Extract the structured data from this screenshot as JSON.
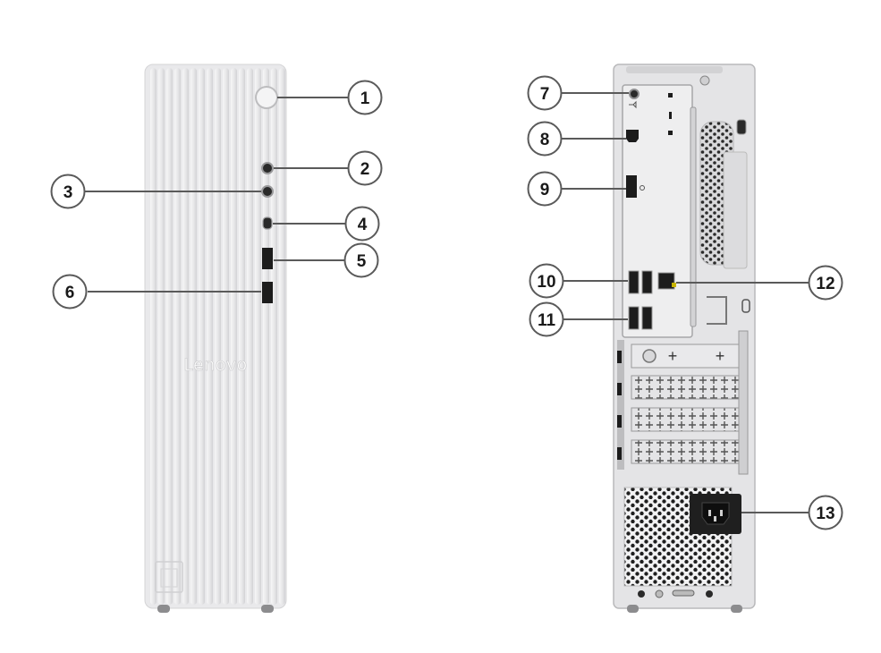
{
  "front_panel": {
    "brand_text": "Lenovo"
  },
  "callouts": [
    {
      "id": "1",
      "label": "1"
    },
    {
      "id": "2",
      "label": "2"
    },
    {
      "id": "3",
      "label": "3"
    },
    {
      "id": "4",
      "label": "4"
    },
    {
      "id": "5",
      "label": "5"
    },
    {
      "id": "6",
      "label": "6"
    },
    {
      "id": "7",
      "label": "7"
    },
    {
      "id": "8",
      "label": "8"
    },
    {
      "id": "9",
      "label": "9"
    },
    {
      "id": "10",
      "label": "10"
    },
    {
      "id": "11",
      "label": "11"
    },
    {
      "id": "12",
      "label": "12"
    },
    {
      "id": "13",
      "label": "13"
    }
  ],
  "colors": {
    "chassis": "#ececed",
    "chassis_shade": "#d8d8da",
    "port_black": "#1c1c1c",
    "ethernet_port": "#c8b400",
    "callout_border": "#5a5a5a"
  }
}
